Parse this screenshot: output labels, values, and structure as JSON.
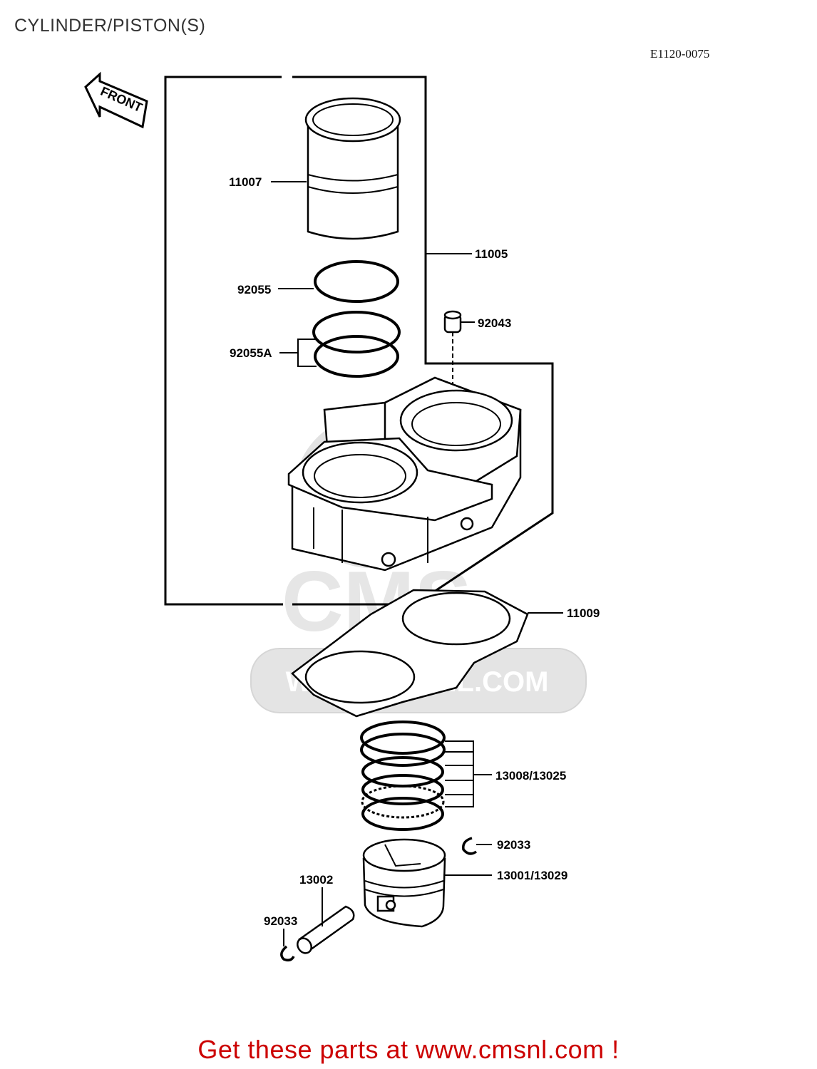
{
  "header": {
    "title": "CYLINDER/PISTON(S)",
    "ref_code": "E1120-0075"
  },
  "diagram": {
    "front_arrow_label": "FRONT",
    "watermark_text": "WWW.CMSNL.COM",
    "callouts": {
      "c11007": "11007",
      "c11005": "11005",
      "c92055": "92055",
      "c92043": "92043",
      "c92055A": "92055A",
      "c11009": "11009",
      "c13008": "13008/13025",
      "c92033_right": "92033",
      "c13001": "13001/13029",
      "c13002": "13002",
      "c92033_left": "92033"
    }
  },
  "footer": {
    "cta": "Get these parts at www.cmsnl.com !"
  }
}
